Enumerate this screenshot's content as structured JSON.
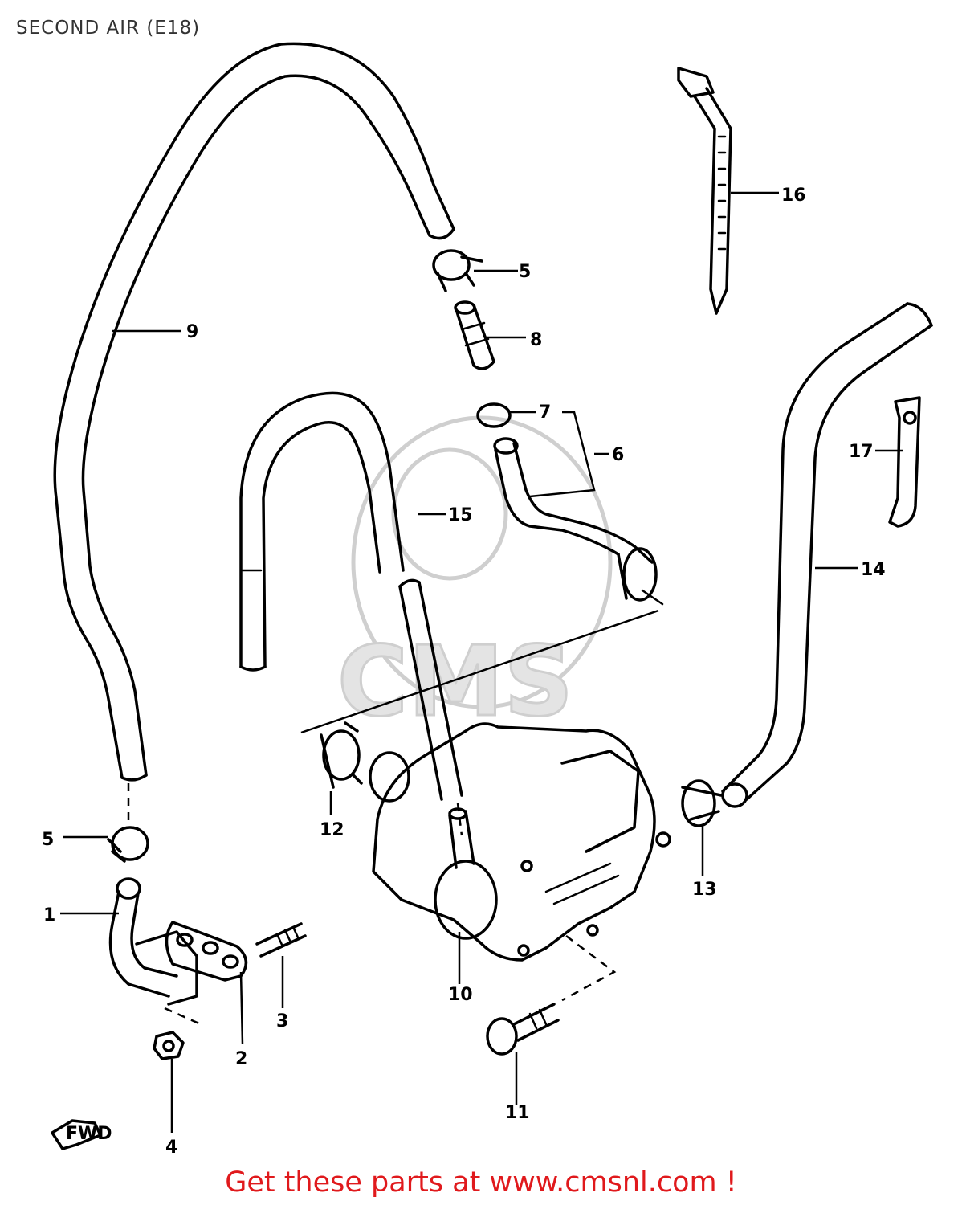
{
  "title": "SECOND AIR (E18)",
  "banner": "Get these parts at www.cmsnl.com !",
  "watermark": "CMS",
  "fwd_label": "FWD",
  "callouts": {
    "c1": "1",
    "c2": "2",
    "c3": "3",
    "c4": "4",
    "c5a": "5",
    "c5b": "5",
    "c6": "6",
    "c7": "7",
    "c8": "8",
    "c9": "9",
    "c10": "10",
    "c11": "11",
    "c12": "12",
    "c13": "13",
    "c14": "14",
    "c15": "15",
    "c16": "16",
    "c17": "17"
  },
  "colors": {
    "banner": "#e0191c",
    "title": "#333333",
    "line": "#000000",
    "watermark": "#cfcfcf"
  }
}
